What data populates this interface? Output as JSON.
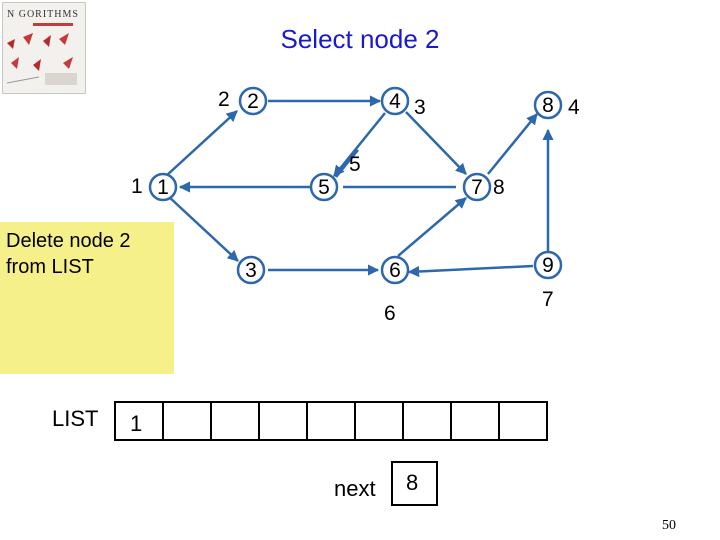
{
  "title": "Select node 2",
  "colors": {
    "title": "#1a1acc",
    "edge": "#2d68ad",
    "node_fill": "#ffffff",
    "note_bg": "#f5f08a",
    "node_highlight_ring": "#2d68ad"
  },
  "book_cover": {
    "title_text": "N GORITHMS",
    "icon": "book-cover-image"
  },
  "note": {
    "line1": "Delete node 2",
    "line2": "from LIST"
  },
  "list": {
    "label": "LIST",
    "cells": [
      "1",
      "",
      "",
      "",
      "",
      "",
      "",
      "",
      ""
    ]
  },
  "next": {
    "label": "next",
    "value": "8"
  },
  "page_number": "50",
  "graph": {
    "nodes": [
      {
        "id": "1",
        "label": "1"
      },
      {
        "id": "2",
        "label": "2"
      },
      {
        "id": "3",
        "label": ""
      },
      {
        "id": "4",
        "label": "3"
      },
      {
        "id": "5",
        "label": "5"
      },
      {
        "id": "6",
        "label": "6"
      },
      {
        "id": "7",
        "label": "8"
      },
      {
        "id": "8",
        "label": "4"
      },
      {
        "id": "9",
        "label": "7"
      }
    ],
    "edges": [
      [
        "1",
        "2"
      ],
      [
        "1",
        "3"
      ],
      [
        "2",
        "4"
      ],
      [
        "4",
        "5"
      ],
      [
        "5",
        "1"
      ],
      [
        "3",
        "6"
      ],
      [
        "4",
        "7"
      ],
      [
        "6",
        "7"
      ],
      [
        "7",
        "8"
      ],
      [
        "9",
        "6"
      ],
      [
        "9",
        "8"
      ],
      [
        "5",
        "7"
      ]
    ]
  }
}
